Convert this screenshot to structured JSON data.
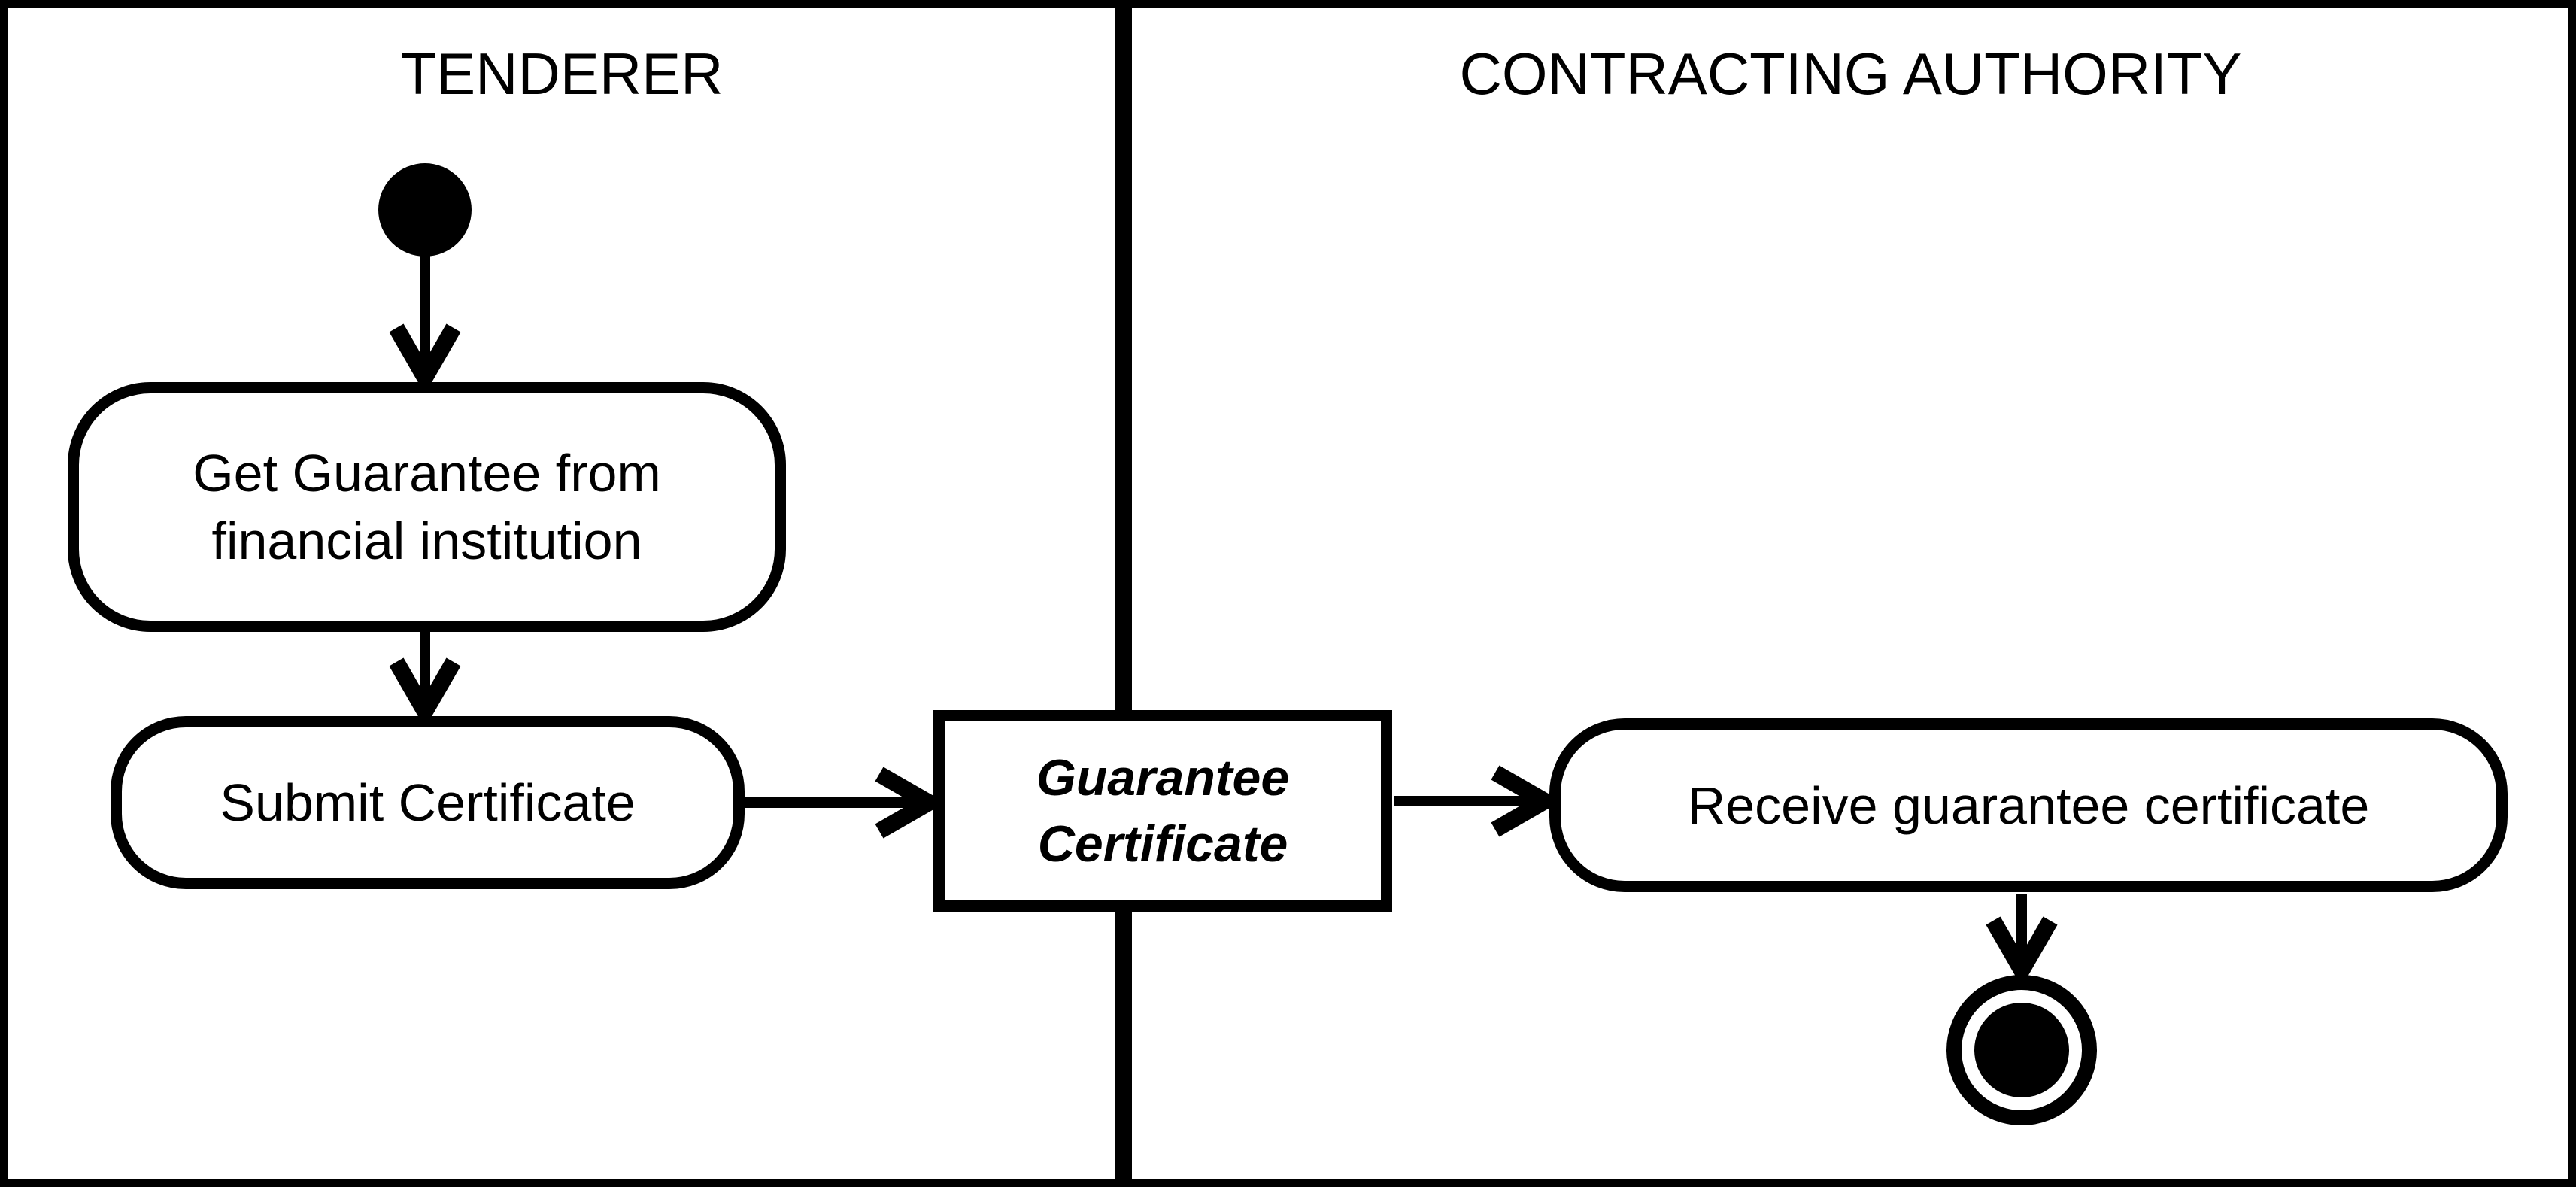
{
  "diagram": {
    "kind": "uml-activity-swimlane-diagram",
    "lanes": [
      {
        "title": "TENDERER"
      },
      {
        "title": "CONTRACTING AUTHORITY"
      }
    ],
    "nodes": {
      "initial": {
        "type": "initial-node",
        "lane": "TENDERER"
      },
      "get_guarantee": {
        "type": "activity",
        "lane": "TENDERER",
        "label": "Get Guarantee from financial institution"
      },
      "submit_certificate": {
        "type": "activity",
        "lane": "TENDERER",
        "label": "Submit Certificate"
      },
      "guarantee_certificate": {
        "type": "object-node",
        "lane": "boundary",
        "label": "Guarantee Certificate"
      },
      "receive_certificate": {
        "type": "activity",
        "lane": "CONTRACTING AUTHORITY",
        "label": "Receive guarantee certificate"
      },
      "final": {
        "type": "activity-final-node",
        "lane": "CONTRACTING AUTHORITY"
      }
    },
    "edges": [
      {
        "from": "initial",
        "to": "get_guarantee"
      },
      {
        "from": "get_guarantee",
        "to": "submit_certificate"
      },
      {
        "from": "submit_certificate",
        "to": "guarantee_certificate"
      },
      {
        "from": "guarantee_certificate",
        "to": "receive_certificate"
      },
      {
        "from": "receive_certificate",
        "to": "final"
      }
    ],
    "colors": {
      "ink": "#000000",
      "background": "#ffffff"
    }
  }
}
